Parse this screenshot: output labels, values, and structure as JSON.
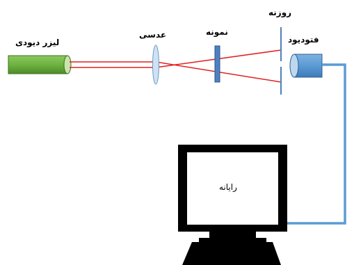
{
  "labels": {
    "laser": "لیزر دیودی",
    "lens": "عدسی",
    "sample": "نمونه",
    "slit": "روزنه",
    "photodiode": "فتودیود",
    "computer": "رایانه"
  },
  "colors": {
    "laser_body": "#6db33f",
    "laser_cap": "#c8e6a8",
    "beam": "#e02020",
    "lens_fill": "#cfe2f3",
    "lens_stroke": "#6a9ac8",
    "sample_fill": "#4f81bd",
    "sample_stroke": "#2f528f",
    "slit": "#4f81bd",
    "photodiode_fill": "#5b9bd5",
    "photodiode_cap": "#bdd7ee",
    "cable": "#5b9bd5",
    "monitor": "#000000"
  }
}
